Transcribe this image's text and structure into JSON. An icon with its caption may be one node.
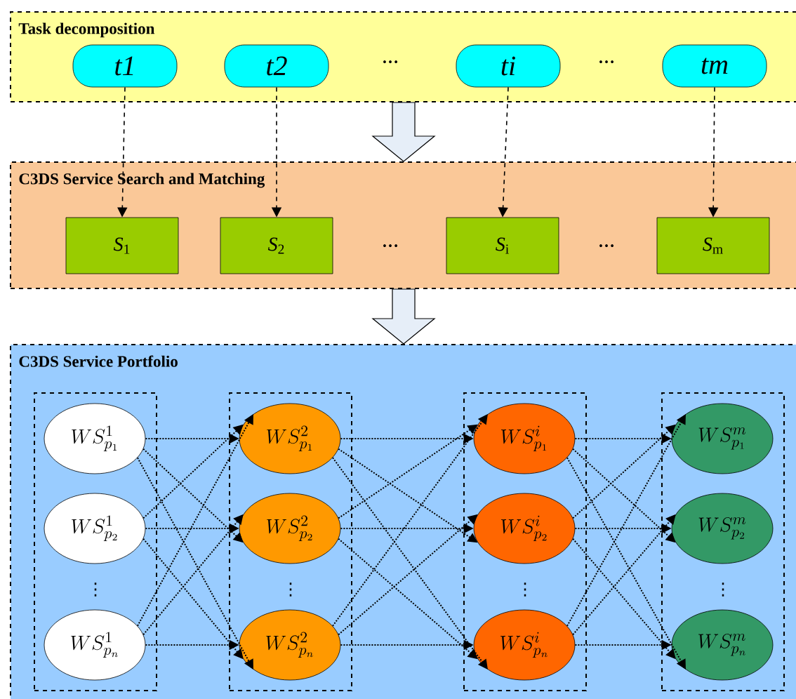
{
  "diagram": {
    "nodes": [
      {
        "text": [
          "Task decomposition"
        ]
      },
      {
        "text": [
          "t1"
        ],
        "in": 0
      },
      {
        "text": [
          "t2"
        ],
        "in": 0
      },
      {
        "text": [
          "ti"
        ],
        "in": 0
      },
      {
        "text": [
          "tm"
        ],
        "in": 0
      },
      {
        "text": [
          "C3DS Service Search and Matching"
        ]
      },
      {
        "text": [
          "*S*$_{1}$"
        ],
        "in": 5
      },
      {
        "text": [
          "*S*$_{2}$"
        ],
        "in": 5
      },
      {
        "text": [
          "*S*$_{i}$"
        ],
        "in": 5
      },
      {
        "text": [
          "*S*$_{m}$"
        ],
        "in": 5
      },
      {
        "text": [
          "C3DS Service Portfolio"
        ]
      },
      {
        "text": [],
        "shape": "box",
        "in": 10
      },
      {
        "text": [],
        "shape": "box",
        "in": 10
      },
      {
        "text": [],
        "shape": "box",
        "in": 10
      },
      {
        "text": [],
        "shape": "box",
        "in": 10
      },
      {
        "text": [
          "WS^{1}_{p_{1}}"
        ],
        "in": 11
      },
      {
        "text": [
          "WS^{1}_{p_{2}}"
        ],
        "in": 11
      },
      {
        "text": [
          "WS^{1}_{p_{n}}"
        ],
        "in": 11
      },
      {
        "text": [
          "WS^{2}_{p_{1}}"
        ],
        "in": 12
      },
      {
        "text": [
          "WS^{2}_{p_{2}}"
        ],
        "in": 12
      },
      {
        "text": [
          "WS^{2}_{p_{n}}"
        ],
        "in": 12
      },
      {
        "text": [
          "WS^{i}_{p_{1}}"
        ],
        "in": 13
      },
      {
        "text": [
          "WS^{i}_{p_{2}}"
        ],
        "in": 13
      },
      {
        "text": [
          "WS^{i}_{p_{n}}"
        ],
        "in": 13
      },
      {
        "text": [
          "WS^{m}_{p_{1}}"
        ],
        "in": 14
      },
      {
        "text": [
          "WS^{m}_{p_{2}}"
        ],
        "in": 14
      },
      {
        "text": [
          "WS^{m}_{p_{n}}"
        ],
        "in": 14
      }
    ],
    "edges": [
      {
        "from": 1,
        "to": 6,
        "arrow": "to",
        "style": "dashed"
      },
      {
        "from": 2,
        "to": 7,
        "arrow": "to",
        "style": "dashed"
      },
      {
        "from": 3,
        "to": 8,
        "arrow": "to",
        "style": "dashed"
      },
      {
        "from": 4,
        "to": 9,
        "arrow": "to",
        "style": "dashed"
      },
      {
        "from": 0,
        "to": 5,
        "arrow": "to"
      },
      {
        "from": 5,
        "to": 10,
        "arrow": "to"
      },
      {
        "from": 15,
        "to": 18,
        "arrow": "to"
      },
      {
        "from": 15,
        "to": 19,
        "arrow": "to"
      },
      {
        "from": 15,
        "to": 20,
        "arrow": "to"
      },
      {
        "from": 16,
        "to": 18,
        "arrow": "to"
      },
      {
        "from": 16,
        "to": 19,
        "arrow": "to"
      },
      {
        "from": 16,
        "to": 20,
        "arrow": "to"
      },
      {
        "from": 17,
        "to": 18,
        "arrow": "to"
      },
      {
        "from": 17,
        "to": 19,
        "arrow": "to"
      },
      {
        "from": 17,
        "to": 20,
        "arrow": "to"
      },
      {
        "from": 18,
        "to": 21,
        "arrow": "to"
      },
      {
        "from": 18,
        "to": 22,
        "arrow": "to"
      },
      {
        "from": 18,
        "to": 23,
        "arrow": "to"
      },
      {
        "from": 19,
        "to": 21,
        "arrow": "to"
      },
      {
        "from": 19,
        "to": 22,
        "arrow": "to"
      },
      {
        "from": 19,
        "to": 23,
        "arrow": "to"
      },
      {
        "from": 20,
        "to": 21,
        "arrow": "to"
      },
      {
        "from": 20,
        "to": 22,
        "arrow": "to"
      },
      {
        "from": 20,
        "to": 23,
        "arrow": "to"
      },
      {
        "from": 21,
        "to": 24,
        "arrow": "to"
      },
      {
        "from": 21,
        "to": 25,
        "arrow": "to"
      },
      {
        "from": 21,
        "to": 26,
        "arrow": "to"
      },
      {
        "from": 22,
        "to": 24,
        "arrow": "to"
      },
      {
        "from": 22,
        "to": 25,
        "arrow": "to"
      },
      {
        "from": 22,
        "to": 26,
        "arrow": "to"
      },
      {
        "from": 23,
        "to": 24,
        "arrow": "to"
      },
      {
        "from": 23,
        "to": 25,
        "arrow": "to"
      },
      {
        "from": 23,
        "to": 26,
        "arrow": "to"
      }
    ],
    "labels": [
      "…",
      "…",
      "…",
      "…",
      "⋮",
      "⋮",
      "⋮",
      "⋮"
    ]
  }
}
